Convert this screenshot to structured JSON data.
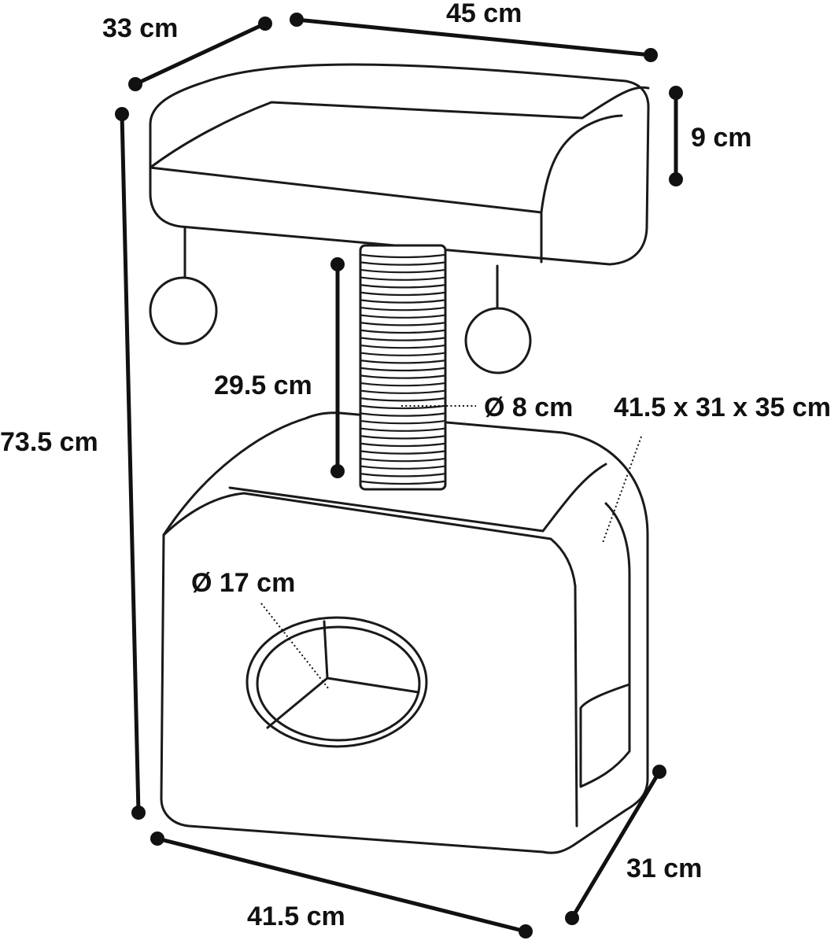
{
  "diagram": {
    "labels": {
      "top_depth": "33 cm",
      "top_width": "45 cm",
      "platform_height": "9 cm",
      "total_height": "73.5 cm",
      "post_height": "29.5 cm",
      "post_diameter": "Ø 8 cm",
      "house_dimensions": "41.5 x 31 x 35 cm",
      "hole_diameter": "Ø 17 cm",
      "base_depth": "31 cm",
      "base_width": "41.5 cm"
    },
    "colors": {
      "line": "#1a1a1a",
      "background": "#ffffff"
    }
  }
}
